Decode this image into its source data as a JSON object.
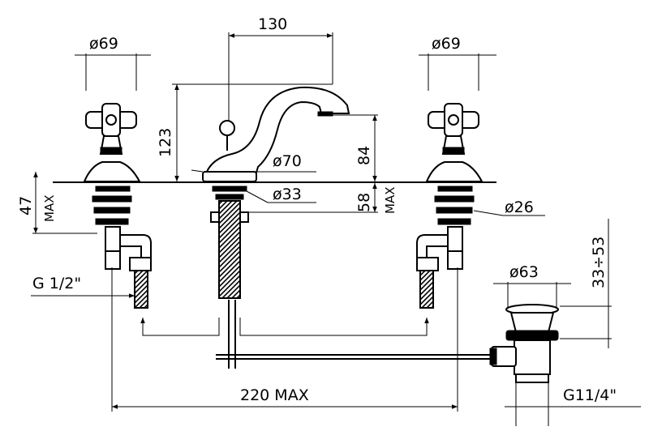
{
  "dimensions": {
    "left_handle_diameter": "ø69",
    "spout_reach": "130",
    "right_handle_diameter": "ø69",
    "overall_height": "123",
    "spout_height": "84",
    "spout_base_diameter": "ø70",
    "spout_shank_diameter": "ø33",
    "deck_thickness": "47",
    "deck_thickness_max": "MAX",
    "spout_shank_length": "58",
    "spout_shank_max": "MAX",
    "valve_shank_diameter": "ø26",
    "inlet_thread": "G 1/2\"",
    "drain_diameter": "ø63",
    "drain_stroke": "33÷53",
    "centers_max": "220 MAX",
    "drain_thread": "G11/4\""
  }
}
